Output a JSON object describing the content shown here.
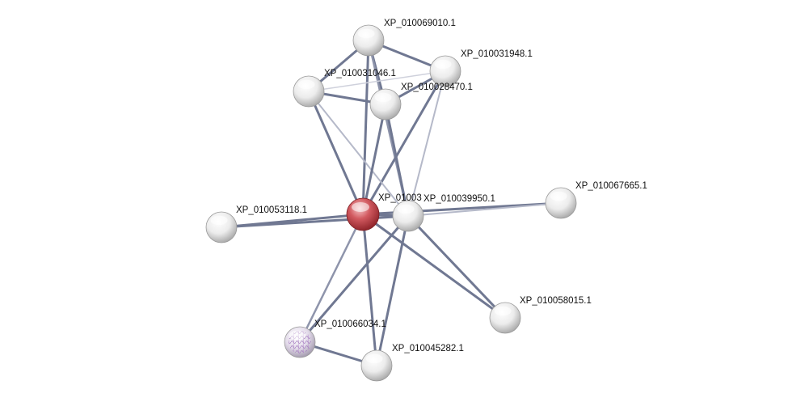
{
  "network": {
    "nodes": [
      {
        "id": "XP_010069010.1",
        "label": "XP_010069010.1",
        "kind": "plain"
      },
      {
        "id": "XP_010031948.1",
        "label": "XP_010031948.1",
        "kind": "plain"
      },
      {
        "id": "XP_010031046.1",
        "label": "XP_010031046.1",
        "kind": "plain"
      },
      {
        "id": "XP_010028470.1",
        "label": "XP_010028470.1",
        "kind": "plain"
      },
      {
        "id": "XP_01003?",
        "label": "XP_01003",
        "kind": "query"
      },
      {
        "id": "XP_010039950.1",
        "label": "XP_010039950.1",
        "kind": "plain"
      },
      {
        "id": "XP_010067665.1",
        "label": "XP_010067665.1",
        "kind": "plain"
      },
      {
        "id": "XP_010053118.1",
        "label": "XP_010053118.1",
        "kind": "plain"
      },
      {
        "id": "XP_010058015.1",
        "label": "XP_010058015.1",
        "kind": "plain"
      },
      {
        "id": "XP_010066034.1",
        "label": "XP_010066034.1",
        "kind": "structure"
      },
      {
        "id": "XP_010045282.1",
        "label": "XP_010045282.1",
        "kind": "plain"
      }
    ],
    "edges": [
      {
        "from": "XP_010069010.1",
        "to": "XP_010031948.1",
        "strength": "strong"
      },
      {
        "from": "XP_010069010.1",
        "to": "XP_010031046.1",
        "strength": "strong"
      },
      {
        "from": "XP_010069010.1",
        "to": "XP_010028470.1",
        "strength": "strong"
      },
      {
        "from": "XP_010069010.1",
        "to": "XP_01003?",
        "strength": "strong"
      },
      {
        "from": "XP_010069010.1",
        "to": "XP_010039950.1",
        "strength": "medium"
      },
      {
        "from": "XP_010031948.1",
        "to": "XP_010031046.1",
        "strength": "faint"
      },
      {
        "from": "XP_010031948.1",
        "to": "XP_010028470.1",
        "strength": "strong"
      },
      {
        "from": "XP_010031948.1",
        "to": "XP_01003?",
        "strength": "strong"
      },
      {
        "from": "XP_010031948.1",
        "to": "XP_010039950.1",
        "strength": "light"
      },
      {
        "from": "XP_010031046.1",
        "to": "XP_010028470.1",
        "strength": "strong"
      },
      {
        "from": "XP_010031046.1",
        "to": "XP_01003?",
        "strength": "strong"
      },
      {
        "from": "XP_010031046.1",
        "to": "XP_010039950.1",
        "strength": "light"
      },
      {
        "from": "XP_010028470.1",
        "to": "XP_01003?",
        "strength": "strong"
      },
      {
        "from": "XP_010028470.1",
        "to": "XP_010039950.1",
        "strength": "strong"
      },
      {
        "from": "XP_01003?",
        "to": "XP_010039950.1",
        "strength": "strong"
      },
      {
        "from": "XP_01003?",
        "to": "XP_010067665.1",
        "strength": "strong"
      },
      {
        "from": "XP_010039950.1",
        "to": "XP_010067665.1",
        "strength": "light"
      },
      {
        "from": "XP_01003?",
        "to": "XP_010053118.1",
        "strength": "strong"
      },
      {
        "from": "XP_010039950.1",
        "to": "XP_010053118.1",
        "strength": "strong"
      },
      {
        "from": "XP_01003?",
        "to": "XP_010058015.1",
        "strength": "strong"
      },
      {
        "from": "XP_010039950.1",
        "to": "XP_010058015.1",
        "strength": "strong"
      },
      {
        "from": "XP_01003?",
        "to": "XP_010066034.1",
        "strength": "medium"
      },
      {
        "from": "XP_010039950.1",
        "to": "XP_010066034.1",
        "strength": "strong"
      },
      {
        "from": "XP_01003?",
        "to": "XP_010045282.1",
        "strength": "strong"
      },
      {
        "from": "XP_010039950.1",
        "to": "XP_010045282.1",
        "strength": "strong"
      },
      {
        "from": "XP_010066034.1",
        "to": "XP_010045282.1",
        "strength": "strong"
      }
    ]
  },
  "colors": {
    "edge_strong": "#707892",
    "edge_medium": "#8e94ab",
    "edge_light": "#b5b9c9",
    "edge_faint": "#cfd1dc",
    "node_plain": "#e6e6e6",
    "node_query": "#c9444a",
    "node_structure": "#d9cde3",
    "label": "#111111"
  }
}
